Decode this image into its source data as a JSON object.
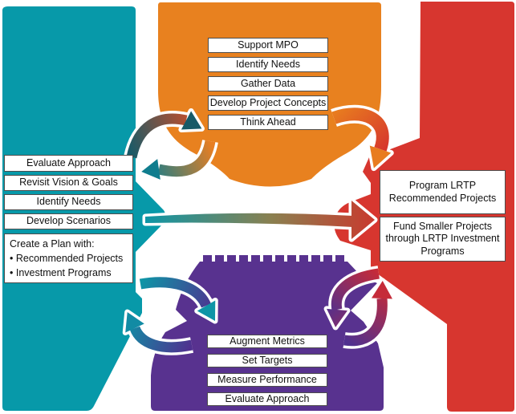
{
  "colors": {
    "teal": "#0799A9",
    "orange": "#E8811F",
    "red": "#D7362F",
    "purple": "#58328F",
    "box_border": "#4D4D4D",
    "box_bg": "#FFFFFF",
    "text": "#111111"
  },
  "regions": {
    "top": {
      "items": [
        "Support MPO",
        "Identify Needs",
        "Gather Data",
        "Develop Project Concepts",
        "Think Ahead"
      ]
    },
    "left": {
      "items": [
        "Evaluate Approach",
        "Revisit Vision & Goals",
        "Identify Needs",
        "Develop Scenarios"
      ],
      "plan_box": {
        "title": "Create a Plan with:",
        "bullets": [
          "Recommended Projects",
          "Investment Programs"
        ]
      }
    },
    "right": {
      "items": [
        "Program LRTP Recommended Projects",
        "Fund Smaller Projects through LRTP Investment Programs"
      ]
    },
    "bottom": {
      "items": [
        "Augment Metrics",
        "Set Targets",
        "Measure Performance",
        "Evaluate Approach"
      ]
    }
  }
}
